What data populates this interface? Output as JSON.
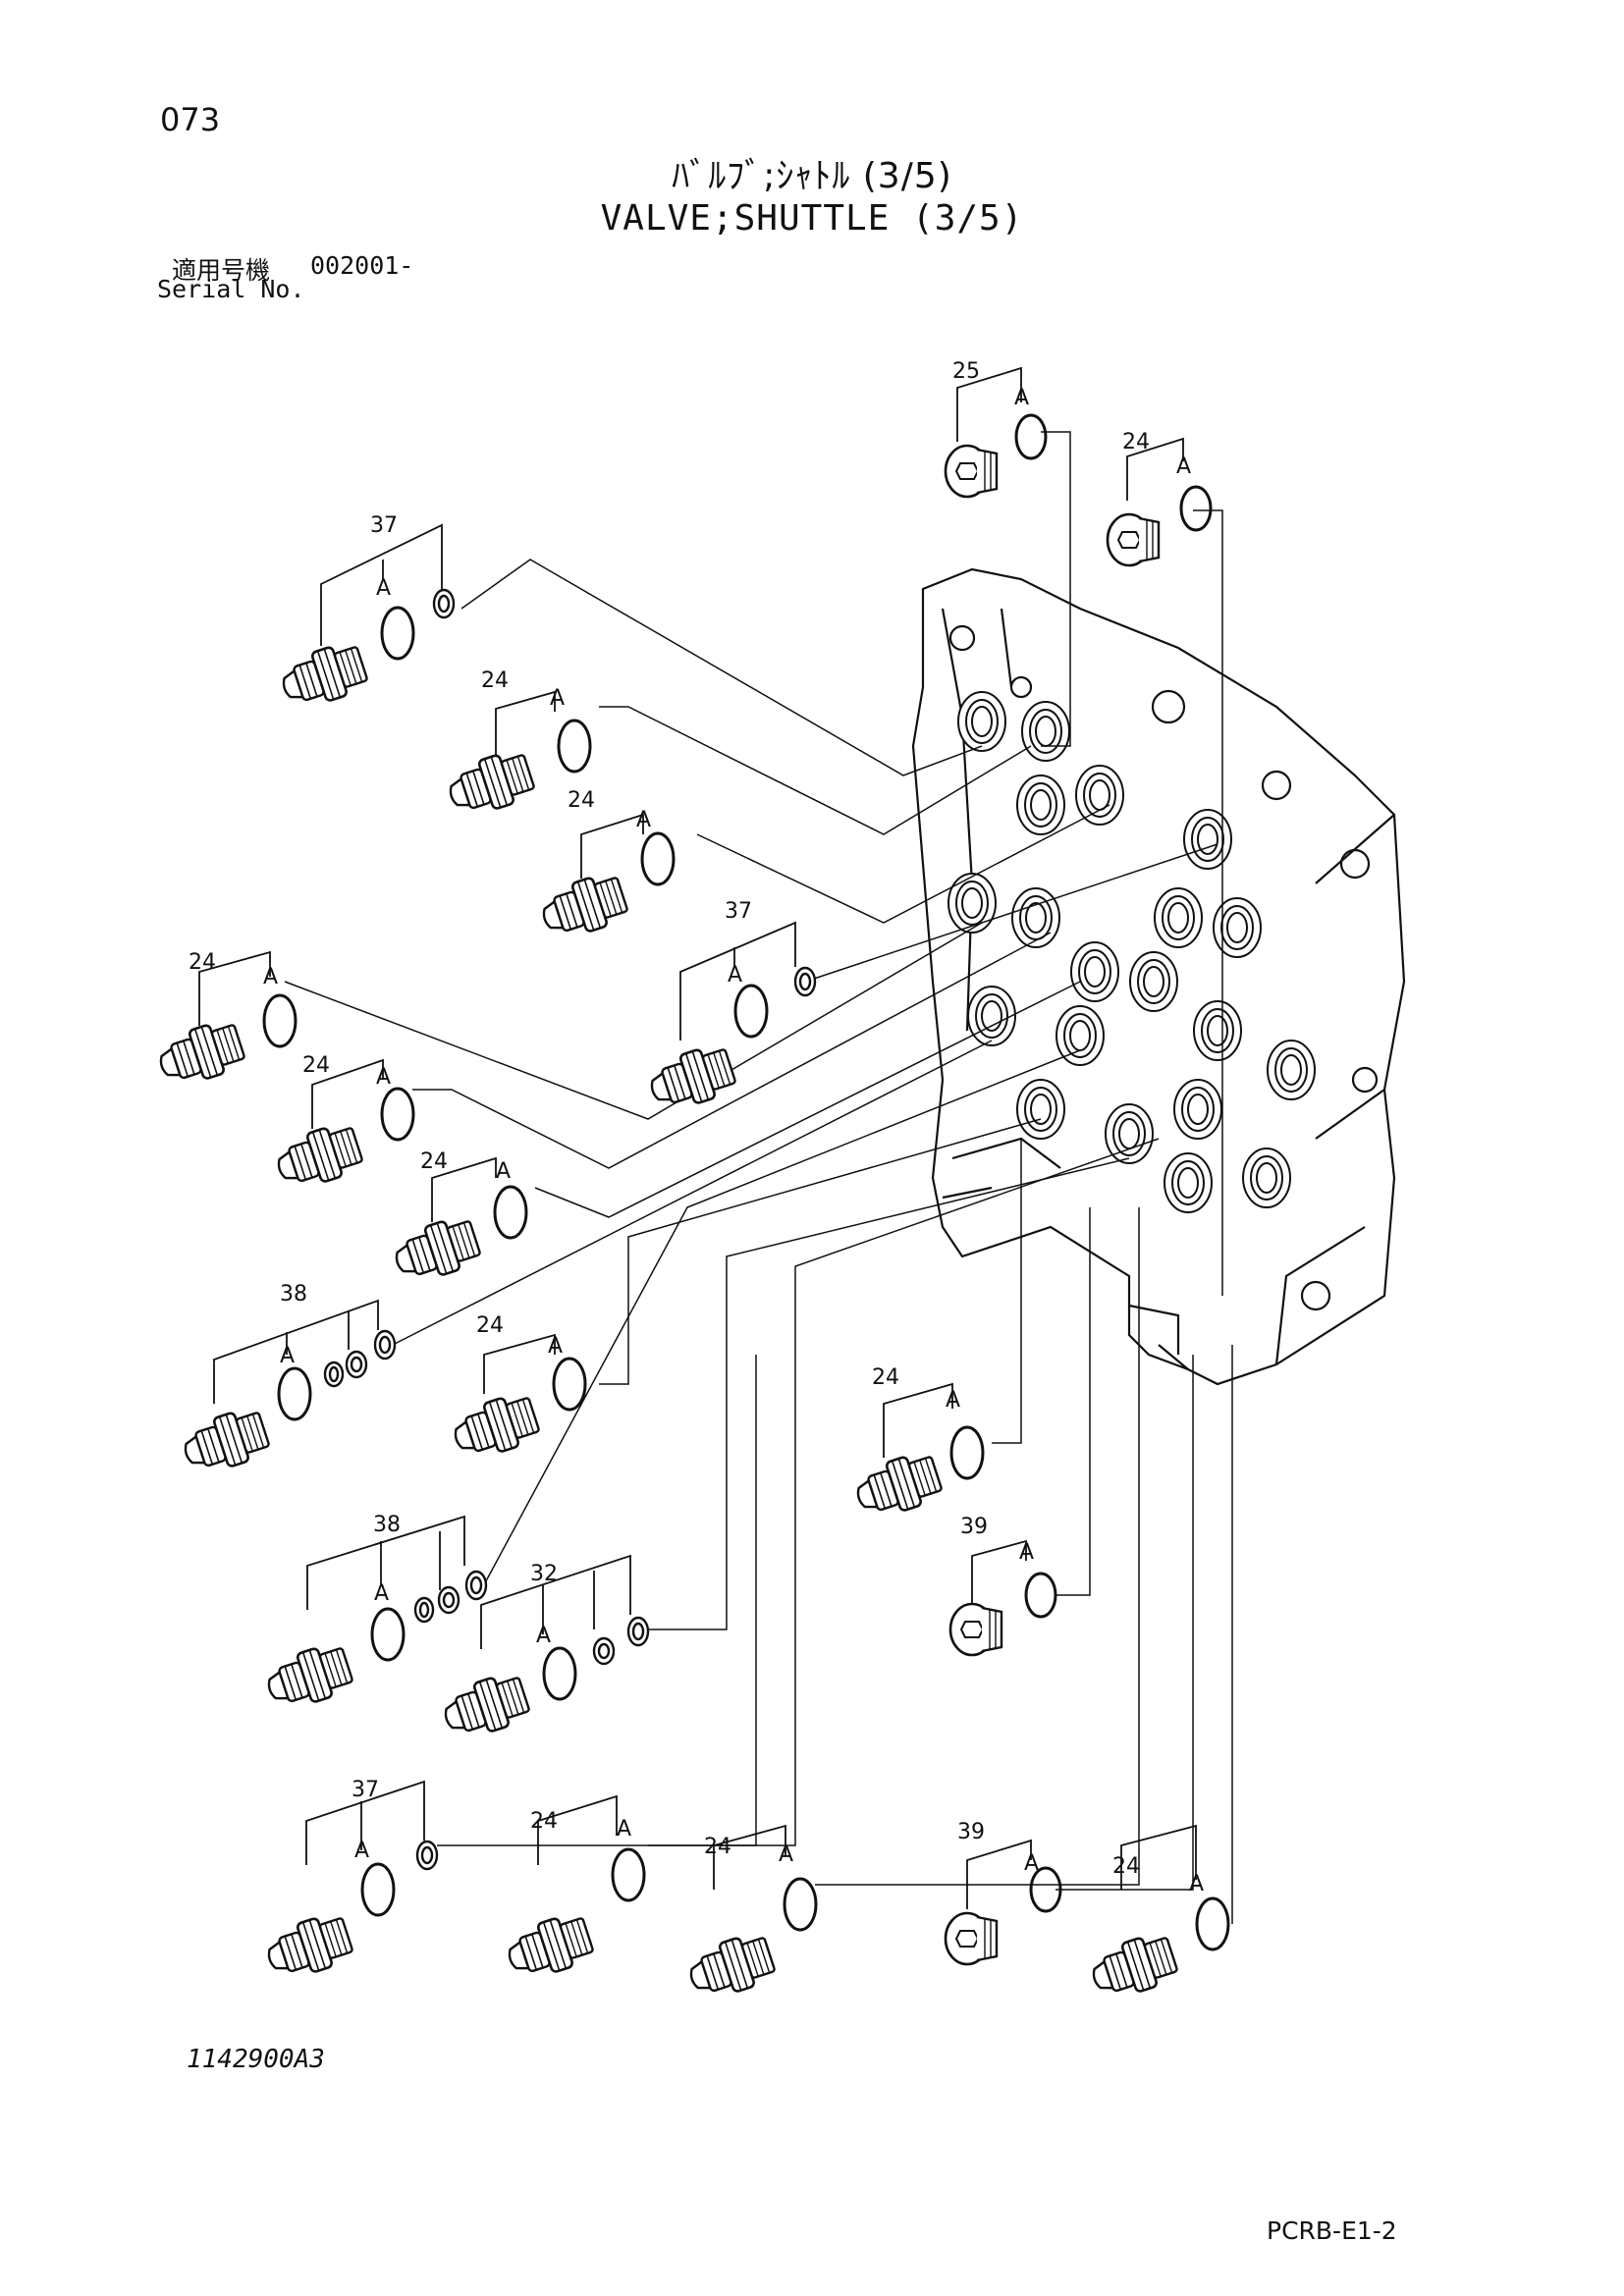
{
  "page": {
    "number": "073",
    "title_jp": "ﾊﾞﾙﾌﾞ;ｼｬﾄﾙ (3/5)",
    "title_en": "VALVE;SHUTTLE (3/5)",
    "serial_label_jp": "適用号機",
    "serial_value": "002001-",
    "serial_label_en": "Serial No.",
    "drawing_number": "1142900A3",
    "sheet_code": "PCRB-E1-2"
  },
  "callouts": {
    "c1": {
      "part": "25",
      "suffix": "A"
    },
    "c2": {
      "part": "24",
      "suffix": "A"
    },
    "c3": {
      "part": "37",
      "suffix": "A"
    },
    "c4": {
      "part": "24",
      "suffix": "A"
    },
    "c5": {
      "part": "24",
      "suffix": "A"
    },
    "c6": {
      "part": "37",
      "suffix": "A"
    },
    "c7": {
      "part": "24",
      "suffix": "A"
    },
    "c8": {
      "part": "24",
      "suffix": "A"
    },
    "c9": {
      "part": "24",
      "suffix": "A"
    },
    "c10": {
      "part": "38",
      "suffix": "A"
    },
    "c11": {
      "part": "24",
      "suffix": "A"
    },
    "c12": {
      "part": "24",
      "suffix": "A"
    },
    "c13": {
      "part": "39",
      "suffix": "A"
    },
    "c14": {
      "part": "38",
      "suffix": "A"
    },
    "c15": {
      "part": "32",
      "suffix": "A"
    },
    "c16": {
      "part": "37",
      "suffix": "A"
    },
    "c17": {
      "part": "24",
      "suffix": "A"
    },
    "c18": {
      "part": "24",
      "suffix": "A"
    },
    "c19": {
      "part": "39",
      "suffix": "A"
    },
    "c20": {
      "part": "24",
      "suffix": "A"
    }
  }
}
